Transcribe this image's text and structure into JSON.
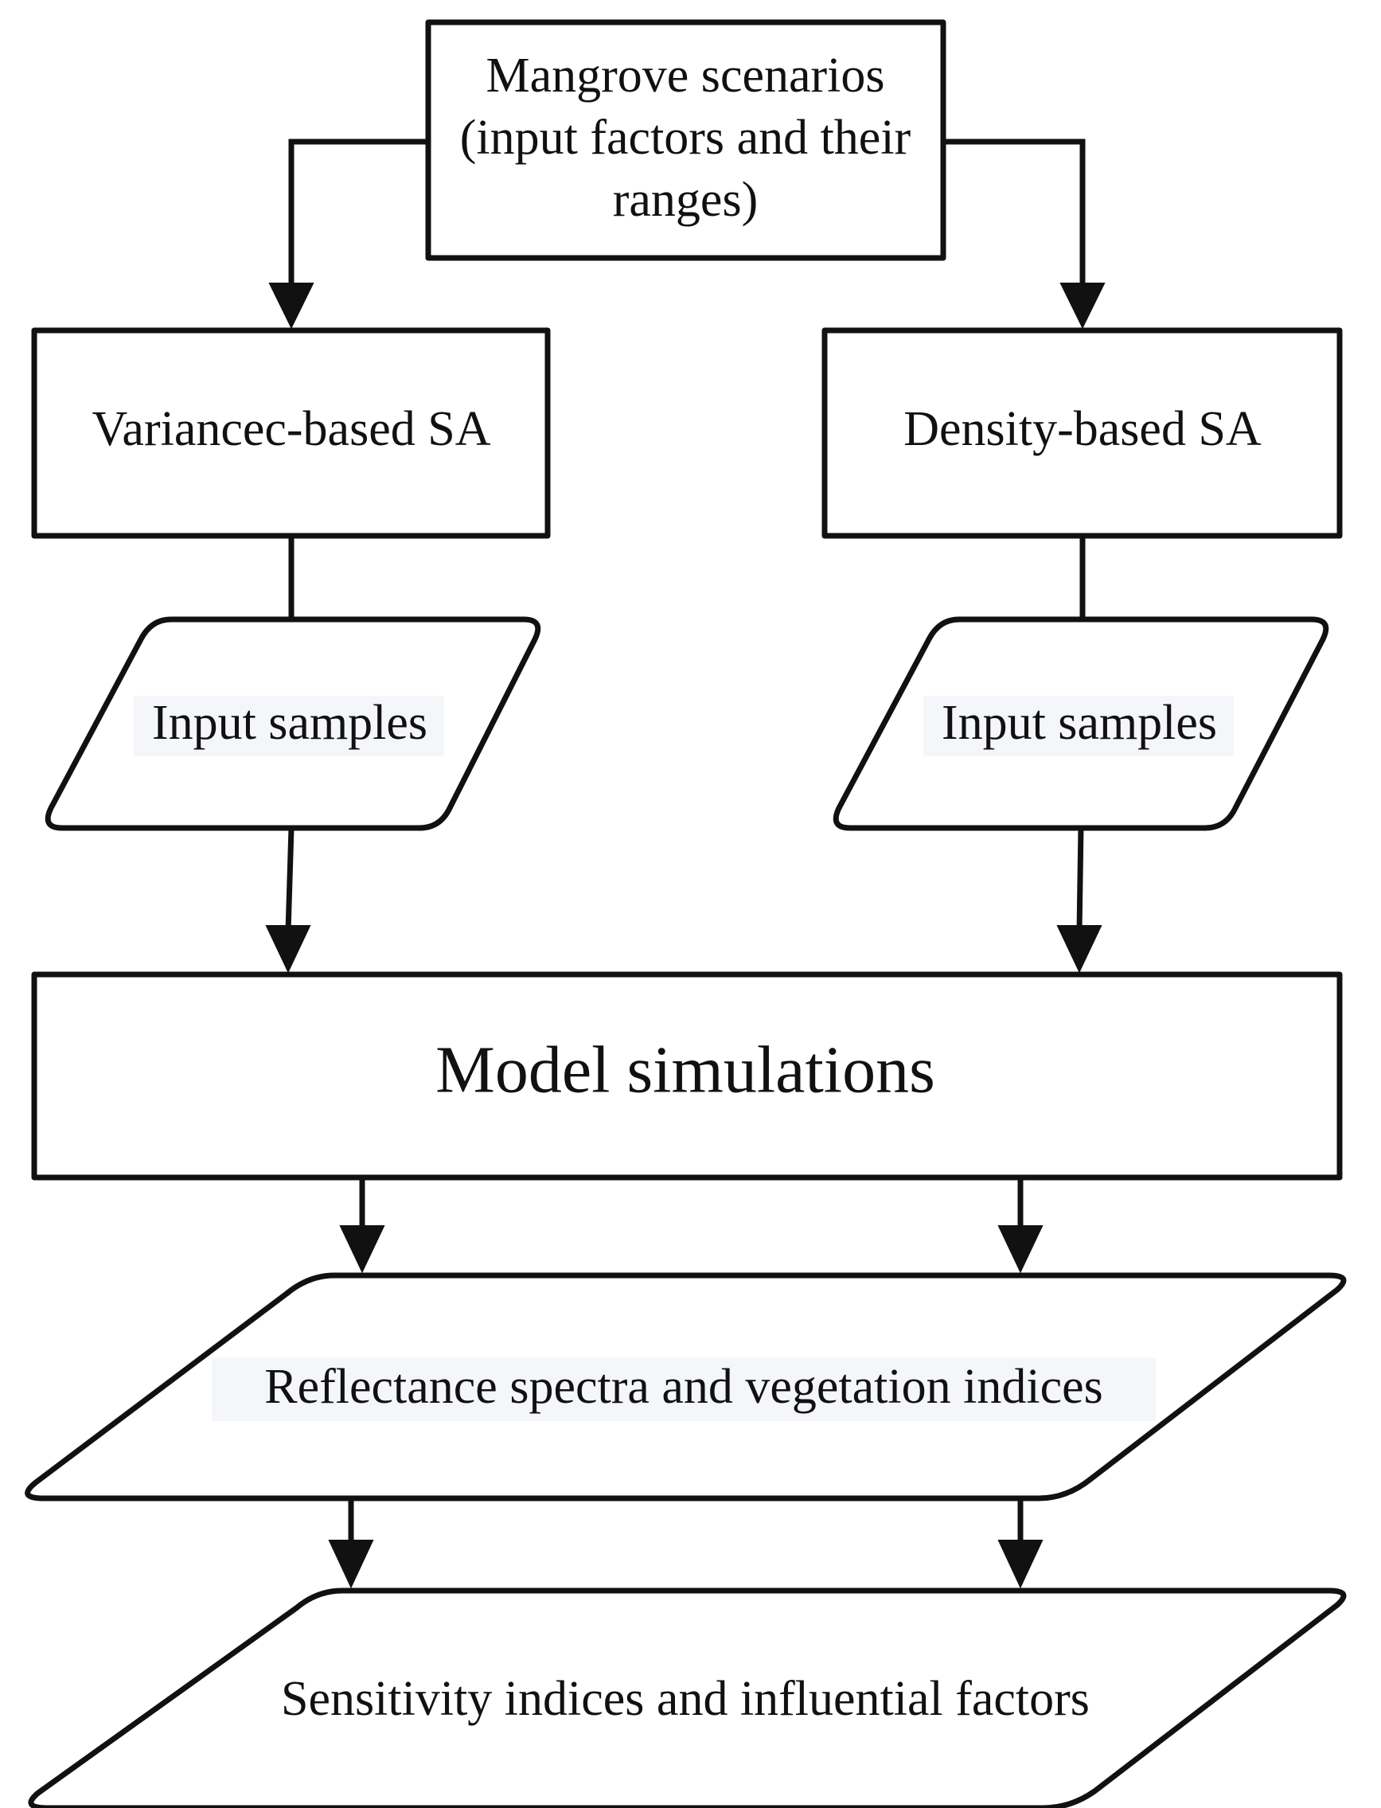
{
  "nodes": {
    "scenarios": {
      "lines": [
        "Mangrove scenarios",
        "(input factors and their",
        "ranges)"
      ]
    },
    "variance_sa": {
      "label": "Variancec-based SA"
    },
    "density_sa": {
      "label": "Density-based SA"
    },
    "input_samples_left": {
      "label": "Input samples"
    },
    "input_samples_right": {
      "label": "Input samples"
    },
    "model_simulations": {
      "label": "Model simulations"
    },
    "reflectance": {
      "label": "Reflectance spectra and vegetation indices"
    },
    "sensitivity": {
      "label": "Sensitivity indices and influential factors"
    }
  },
  "edges": [
    {
      "from": "scenarios",
      "to": "variance_sa",
      "arrow": true
    },
    {
      "from": "scenarios",
      "to": "density_sa",
      "arrow": true
    },
    {
      "from": "variance_sa",
      "to": "input_samples_left",
      "arrow": false
    },
    {
      "from": "density_sa",
      "to": "input_samples_right",
      "arrow": false
    },
    {
      "from": "input_samples_left",
      "to": "model_simulations",
      "arrow": true
    },
    {
      "from": "input_samples_right",
      "to": "model_simulations",
      "arrow": true
    },
    {
      "from": "model_simulations",
      "to": "reflectance",
      "arrow": true
    },
    {
      "from": "model_simulations",
      "to": "reflectance",
      "arrow": true
    },
    {
      "from": "reflectance",
      "to": "sensitivity",
      "arrow": true
    },
    {
      "from": "reflectance",
      "to": "sensitivity",
      "arrow": true
    }
  ]
}
